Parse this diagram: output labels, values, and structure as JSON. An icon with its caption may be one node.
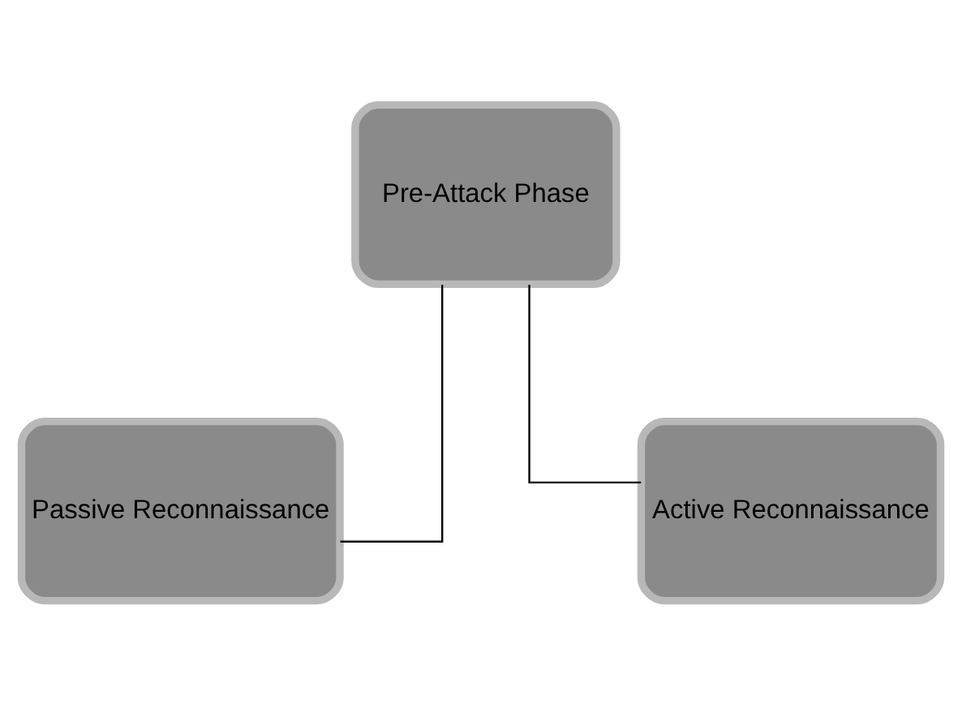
{
  "diagram": {
    "nodes": [
      {
        "text": [
          "Pre-Attack Phase"
        ]
      },
      {
        "text": [
          "Passive Reconnaissance"
        ]
      },
      {
        "text": [
          "Active Reconnaissance"
        ]
      }
    ],
    "edges": [
      {
        "from": 0,
        "to": 1,
        "arrow": "none"
      },
      {
        "from": 0,
        "to": 2,
        "arrow": "none"
      }
    ]
  }
}
